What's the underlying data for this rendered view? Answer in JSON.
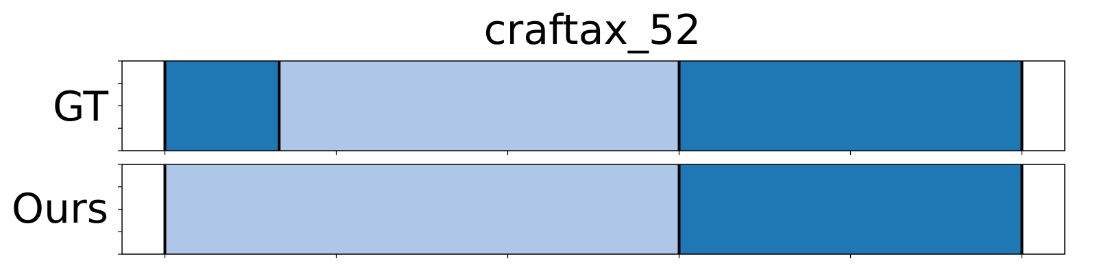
{
  "chart_data": {
    "type": "bar",
    "title": "craftax_52",
    "rows": [
      {
        "label": "GT",
        "segments": [
          {
            "start": 0,
            "end": 20,
            "color": "#1f77b4"
          },
          {
            "start": 20,
            "end": 90,
            "color": "#aec7e8"
          },
          {
            "start": 90,
            "end": 150,
            "color": "#1f77b4"
          }
        ]
      },
      {
        "label": "Ours",
        "segments": [
          {
            "start": 0,
            "end": 90,
            "color": "#aec7e8"
          },
          {
            "start": 90,
            "end": 150,
            "color": "#1f77b4"
          }
        ]
      }
    ],
    "xlim": [
      -7.5,
      157.5
    ],
    "xticks": [
      0,
      30,
      60,
      90,
      120,
      150
    ],
    "show_tick_labels": false,
    "boundary_color": "#000000"
  }
}
